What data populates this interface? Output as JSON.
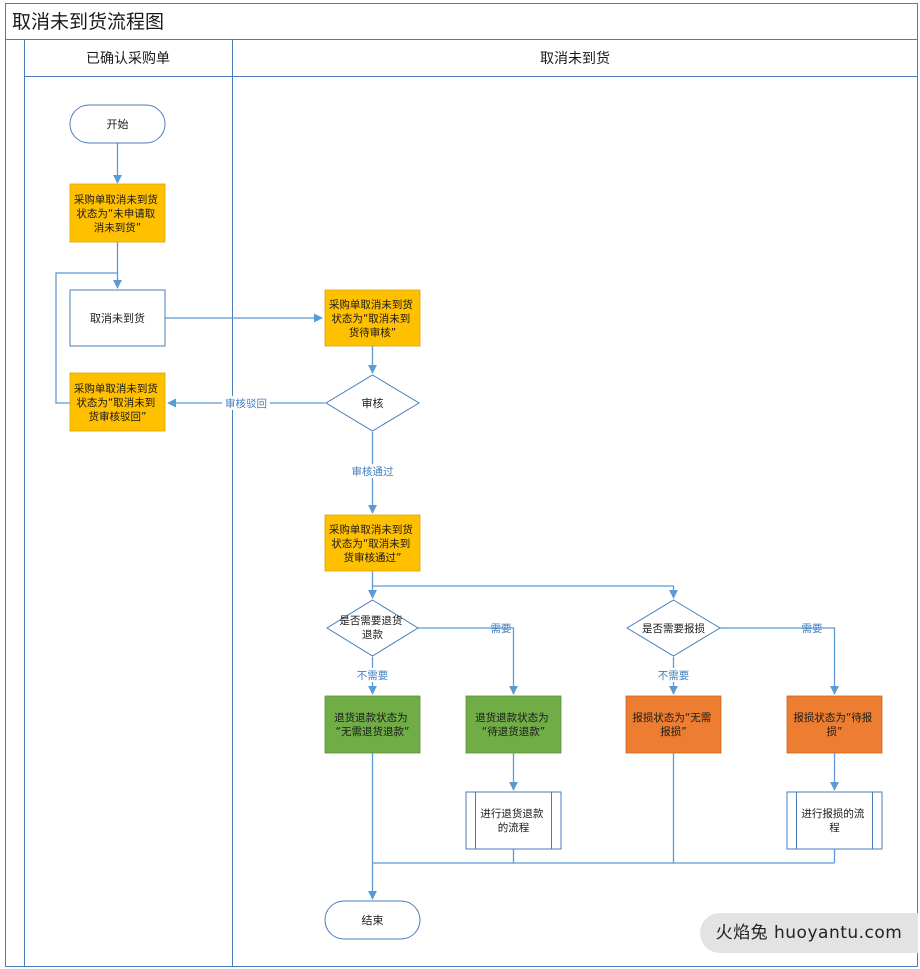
{
  "title": "取消未到货流程图",
  "lanes": {
    "left": "已确认采购单",
    "right": "取消未到货"
  },
  "nodes": {
    "start": "开始",
    "status_unapplied": [
      "采购单取消未到货",
      "状态为“未申请取",
      "消未到货”"
    ],
    "cancel_action": "取消未到货",
    "status_rejected": [
      "采购单取消未到货",
      "状态为“取消未到",
      "货审核驳回”"
    ],
    "status_pending": [
      "采购单取消未到货",
      "状态为“取消未到",
      "货待审核”"
    ],
    "review": "审核",
    "status_approved": [
      "采购单取消未到货",
      "状态为“取消未到",
      "货审核通过”"
    ],
    "need_refund": [
      "是否需要退货",
      "退款"
    ],
    "need_damage": "是否需要报损",
    "no_refund": [
      "退货退款状态为",
      "“无需退货退款”"
    ],
    "wait_refund": [
      "退货退款状态为",
      "“待退货退款”"
    ],
    "no_damage": [
      "报损状态为“无需",
      "报损”"
    ],
    "wait_damage": [
      "报损状态为“待报",
      "损”"
    ],
    "refund_process": [
      "进行退货退款",
      "的流程"
    ],
    "damage_process": [
      "进行报损的流",
      "程"
    ],
    "end": "结束"
  },
  "edge_labels": {
    "reject": "审核驳回",
    "approve": "审核通过",
    "need": "需要",
    "not_need": "不需要"
  },
  "colors": {
    "yellow": "#ffc000",
    "green": "#70ad47",
    "orange": "#ed7d31",
    "line": "#5b9bd5",
    "border": "#4a7ebb"
  },
  "watermark": "火焰兔 huoyantu.com"
}
